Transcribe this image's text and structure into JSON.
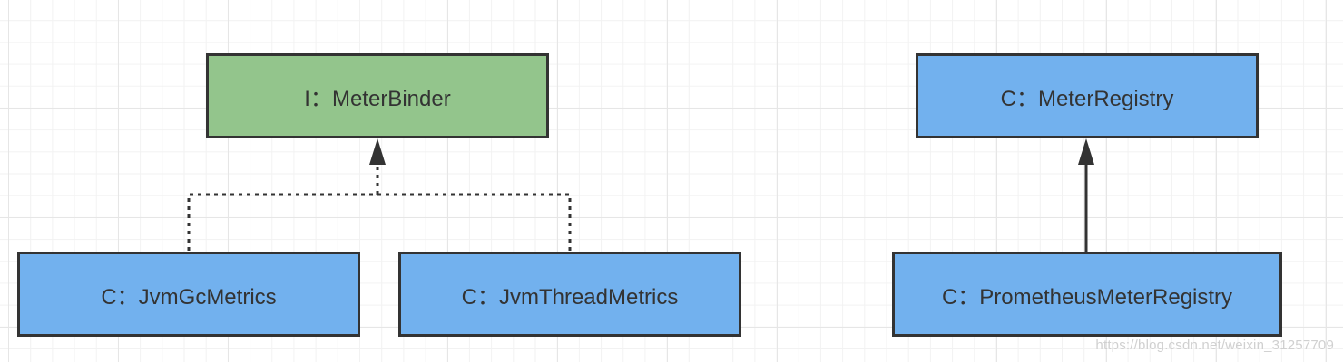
{
  "colors": {
    "interface_fill": "#93c58c",
    "class_fill": "#72b1ee",
    "border": "#333333",
    "text": "#333333",
    "grid_major": "#e6e6e6",
    "grid_minor": "#f2f2f2",
    "watermark": "#d0d0d0"
  },
  "nodes": {
    "meter_binder": {
      "label": "I：MeterBinder",
      "kind": "interface"
    },
    "meter_registry": {
      "label": "C：MeterRegistry",
      "kind": "class"
    },
    "jvm_gc_metrics": {
      "label": "C：JvmGcMetrics",
      "kind": "class"
    },
    "jvm_thread_metrics": {
      "label": "C：JvmThreadMetrics",
      "kind": "class"
    },
    "prometheus_meter_registry": {
      "label": "C：PrometheusMeterRegistry",
      "kind": "class"
    }
  },
  "edges": [
    {
      "from": "jvm_gc_metrics",
      "to": "meter_binder",
      "style": "dotted",
      "relation": "realization"
    },
    {
      "from": "jvm_thread_metrics",
      "to": "meter_binder",
      "style": "dotted",
      "relation": "realization"
    },
    {
      "from": "prometheus_meter_registry",
      "to": "meter_registry",
      "style": "solid",
      "relation": "inheritance"
    }
  ],
  "watermark": "https://blog.csdn.net/weixin_31257709"
}
